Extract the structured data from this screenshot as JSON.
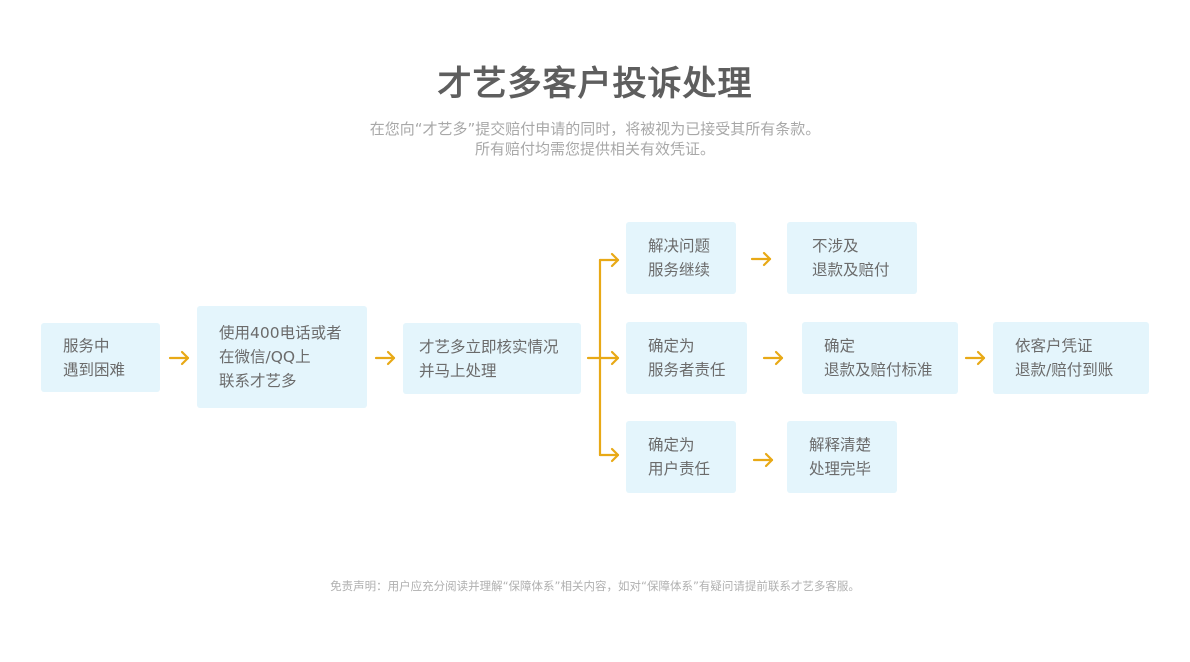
{
  "title": "才艺多客户投诉处理",
  "subtitle": {
    "line1": "在您向“才艺多”提交赔付申请的同时，将被视为已接受其所有条款。",
    "line2": "所有赔付均需您提供相关有效凭证。"
  },
  "boxes": {
    "start": {
      "line1": "服务中",
      "line2": "遇到困难"
    },
    "contact": {
      "line1": "使用400电话或者",
      "line2": "在微信/QQ上",
      "line3": "联系才艺多"
    },
    "verify": {
      "line1": "才艺多立即核实情况",
      "line2": "并马上处理"
    },
    "resolved": {
      "line1": "解决问题",
      "line2": "服务继续"
    },
    "no_refund": {
      "line1": "不涉及",
      "line2": "退款及赔付"
    },
    "provider_fault": {
      "line1": "确定为",
      "line2": "服务者责任"
    },
    "refund_standard": {
      "line1": "确定",
      "line2": "退款及赔付标准"
    },
    "payout": {
      "line1": "依客户凭证",
      "line2": "退款/赔付到账"
    },
    "user_fault": {
      "line1": "确定为",
      "line2": "用户责任"
    },
    "explain": {
      "line1": "解释清楚",
      "line2": "处理完毕"
    }
  },
  "disclaimer": "免责声明：用户应充分阅读并理解“保障体系”相关内容，如对“保障体系”有疑问请提前联系才艺多客服。",
  "colors": {
    "box_bg": "#e4f5fc",
    "arrow": "#e8a916",
    "title": "#5e5e5e"
  }
}
